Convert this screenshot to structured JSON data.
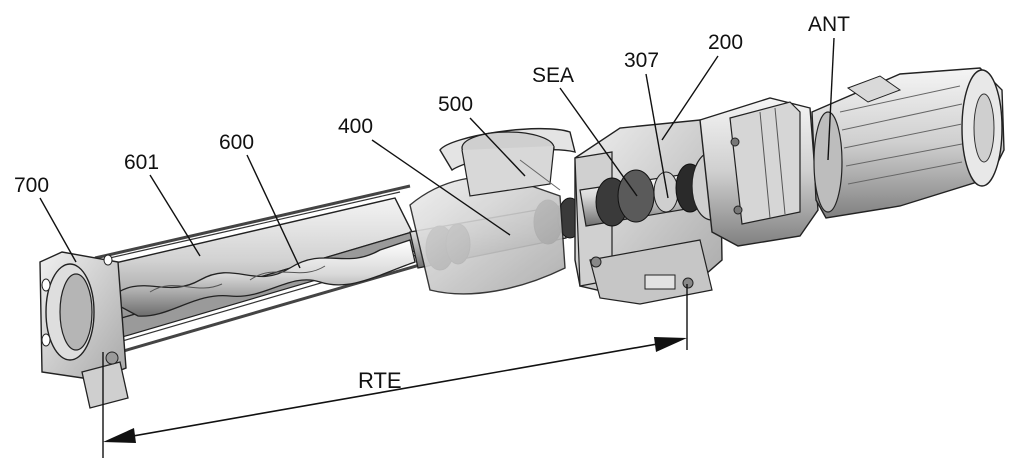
{
  "diagram": {
    "parts": [
      {
        "id": "p700",
        "label": "700"
      },
      {
        "id": "p601",
        "label": "601"
      },
      {
        "id": "p600",
        "label": "600"
      },
      {
        "id": "p400",
        "label": "400"
      },
      {
        "id": "p500",
        "label": "500"
      },
      {
        "id": "psea",
        "label": "SEA"
      },
      {
        "id": "p307",
        "label": "307"
      },
      {
        "id": "p200",
        "label": "200"
      },
      {
        "id": "pant",
        "label": "ANT"
      }
    ],
    "dimension": {
      "label": "RTE"
    }
  },
  "colors": {
    "metal_light": "#e6e6e6",
    "metal_mid": "#bdbdbd",
    "metal_dark": "#6e6e6e",
    "rubber": "#2a2a2a",
    "line": "#111111"
  }
}
